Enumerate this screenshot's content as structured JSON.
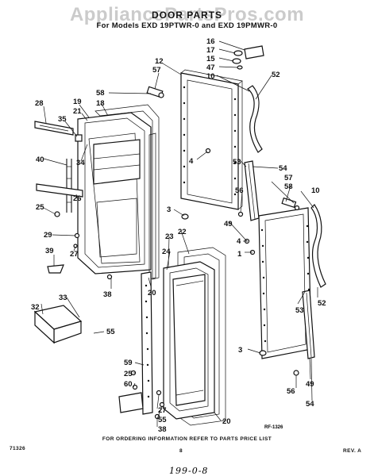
{
  "watermark": "AppliancePartsPros.com",
  "header": {
    "title": "DOOR PARTS",
    "subtitle": "For Models EXD 19PTWR-0 and EXD 19PMWR-0"
  },
  "callouts": {
    "c16": "16",
    "c17": "17",
    "c15": "15",
    "c47": "47",
    "c10a": "10",
    "c52a": "52",
    "c12": "12",
    "c57a": "57",
    "c58a": "58",
    "c28": "28",
    "c19": "19",
    "c21": "21",
    "c18": "18",
    "c35": "35",
    "c34": "34",
    "c40": "40",
    "c26": "26",
    "c25a": "25",
    "c29": "29",
    "c39": "39",
    "c27a": "27",
    "c4a": "4",
    "c53a": "53",
    "c54a": "54",
    "c57b": "57",
    "c58b": "58",
    "c10b": "10",
    "c56a": "56",
    "c3a": "3",
    "c49a": "49",
    "c4b": "4",
    "c1": "1",
    "c22": "22",
    "c23": "23",
    "c24": "24",
    "c38a": "38",
    "c20a": "20",
    "c53b": "53",
    "c52b": "52",
    "c33": "33",
    "c32": "32",
    "c55a": "55",
    "c3b": "3",
    "c56b": "56",
    "c49b": "49",
    "c54b": "54",
    "c59": "59",
    "c25b": "25",
    "c60": "60",
    "c27b": "27",
    "c55b": "55",
    "c38b": "38",
    "c20b": "20"
  },
  "drawing_code": "RF-1326",
  "footer": {
    "left_code": "71326",
    "ordering_note": "FOR ORDERING INFORMATION REFER TO PARTS PRICE LIST",
    "page_number": "8",
    "revision": "REV. A",
    "handwritten_note": "199-0-8"
  }
}
